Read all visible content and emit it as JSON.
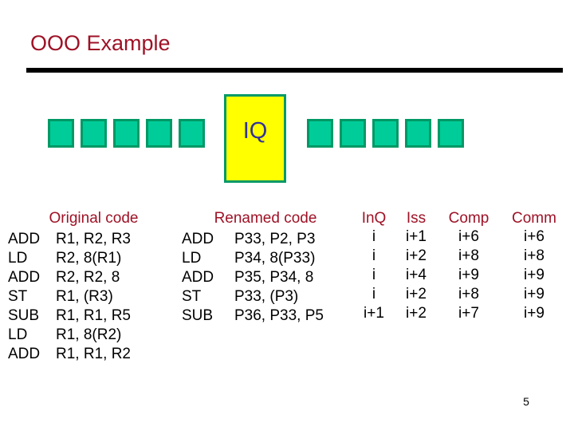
{
  "slide": {
    "title": "OOO Example",
    "page_number": "5",
    "colors": {
      "title_red": "#9E1226",
      "rule_black": "#000000",
      "slot_fill": "#00CC99",
      "slot_border": "#009966",
      "iq_fill": "#FFFF00",
      "iq_label": "#333399",
      "body_text": "#000000"
    }
  },
  "queue": {
    "iq_label": "IQ",
    "left_slots": [
      "",
      "",
      "",
      "",
      ""
    ],
    "right_slots": [
      "",
      "",
      "",
      "",
      ""
    ],
    "left_slot_x": [
      60,
      101,
      142,
      183,
      224
    ],
    "right_slot_x": [
      385,
      426,
      467,
      508,
      549
    ]
  },
  "original_code": {
    "header": "Original code",
    "rows": [
      {
        "op": "ADD",
        "operands": "R1, R2, R3"
      },
      {
        "op": "LD",
        "operands": "R2, 8(R1)"
      },
      {
        "op": "ADD",
        "operands": "R2, R2, 8"
      },
      {
        "op": "ST",
        "operands": "R1, (R3)"
      },
      {
        "op": "SUB",
        "operands": "R1, R1, R5"
      },
      {
        "op": "LD",
        "operands": "R1, 8(R2)"
      },
      {
        "op": "ADD",
        "operands": "R1, R1, R2"
      }
    ]
  },
  "renamed_code": {
    "header": "Renamed code",
    "rows": [
      {
        "op": "ADD",
        "operands": "P33, P2, P3"
      },
      {
        "op": "LD",
        "operands": "P34, 8(P33)"
      },
      {
        "op": "ADD",
        "operands": "P35, P34, 8"
      },
      {
        "op": "ST",
        "operands": "P33, (P3)"
      },
      {
        "op": "SUB",
        "operands": "P36, P33, P5"
      }
    ]
  },
  "timing_table": {
    "headers": [
      "InQ",
      "Iss",
      "Comp",
      "Comm"
    ],
    "rows": [
      [
        "i",
        "i+1",
        "i+6",
        "i+6"
      ],
      [
        "i",
        "i+2",
        "i+8",
        "i+8"
      ],
      [
        "i",
        "i+4",
        "i+9",
        "i+9"
      ],
      [
        "i",
        "i+2",
        "i+8",
        "i+9"
      ],
      [
        "i+1",
        "i+2",
        "i+7",
        "i+9"
      ]
    ]
  }
}
